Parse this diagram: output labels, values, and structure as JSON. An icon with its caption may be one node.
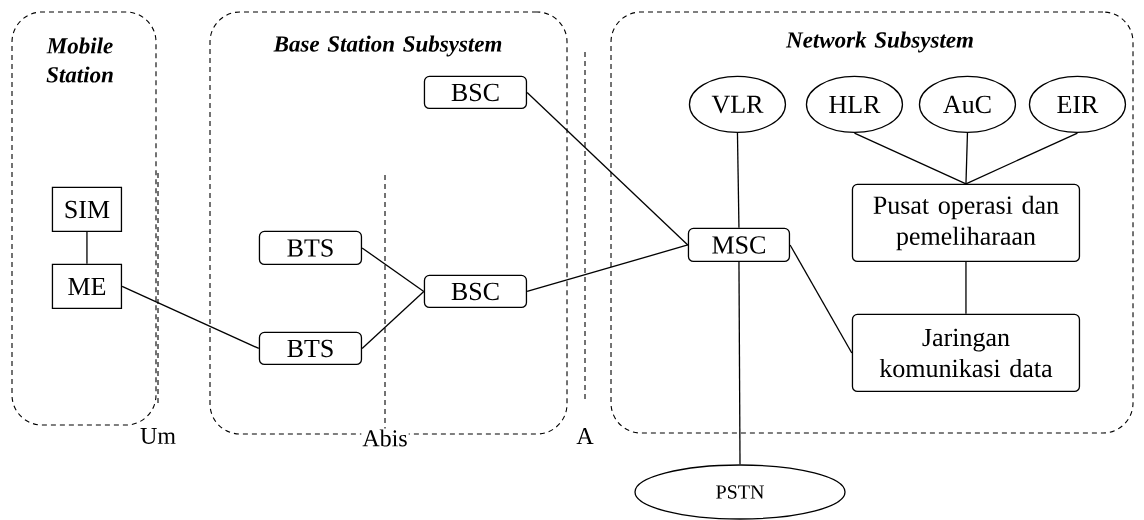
{
  "diagram": {
    "nodes": [
      {
        "text": [
          "Mobile Station"
        ]
      },
      {
        "text": [
          "SIM"
        ],
        "in": 0
      },
      {
        "text": [
          "ME"
        ],
        "in": 0
      },
      {
        "text": [
          "Base Station Subsystem"
        ]
      },
      {
        "text": [
          "BSC"
        ],
        "in": 3
      },
      {
        "text": [
          "BTS"
        ],
        "in": 3
      },
      {
        "text": [
          "BSC"
        ],
        "in": 3
      },
      {
        "text": [
          "BTS"
        ],
        "in": 3
      },
      {
        "text": [
          "Network Subsystem"
        ]
      },
      {
        "text": [
          "VLR"
        ],
        "in": 8
      },
      {
        "text": [
          "HLR"
        ],
        "in": 8
      },
      {
        "text": [
          "AuC"
        ],
        "in": 8
      },
      {
        "text": [
          "EIR"
        ],
        "in": 8
      },
      {
        "text": [
          "Pusat operasi dan pemeliharaan"
        ],
        "in": 8
      },
      {
        "text": [
          "MSC"
        ],
        "in": 8
      },
      {
        "text": [
          "Jaringan komunikasi data"
        ],
        "in": 8
      },
      {
        "text": [
          "PSTN"
        ]
      }
    ],
    "edges": [
      {
        "from": 1,
        "to": 2,
        "arrow": "none"
      },
      {
        "from": 2,
        "to": 7,
        "arrow": "none"
      },
      {
        "from": 5,
        "to": 6,
        "arrow": "none"
      },
      {
        "from": 7,
        "to": 6,
        "arrow": "none"
      },
      {
        "from": 4,
        "to": 14,
        "arrow": "none"
      },
      {
        "from": 6,
        "to": 14,
        "arrow": "none"
      },
      {
        "from": 9,
        "to": 14,
        "arrow": "none"
      },
      {
        "from": 10,
        "to": 13,
        "arrow": "none"
      },
      {
        "from": 11,
        "to": 13,
        "arrow": "none"
      },
      {
        "from": 12,
        "to": 13,
        "arrow": "none"
      },
      {
        "from": 13,
        "to": 15,
        "arrow": "none"
      },
      {
        "from": 14,
        "to": 15,
        "arrow": "none"
      },
      {
        "from": 14,
        "to": 16,
        "arrow": "none"
      }
    ],
    "labels": [
      "Um",
      "Abis",
      "A"
    ]
  }
}
